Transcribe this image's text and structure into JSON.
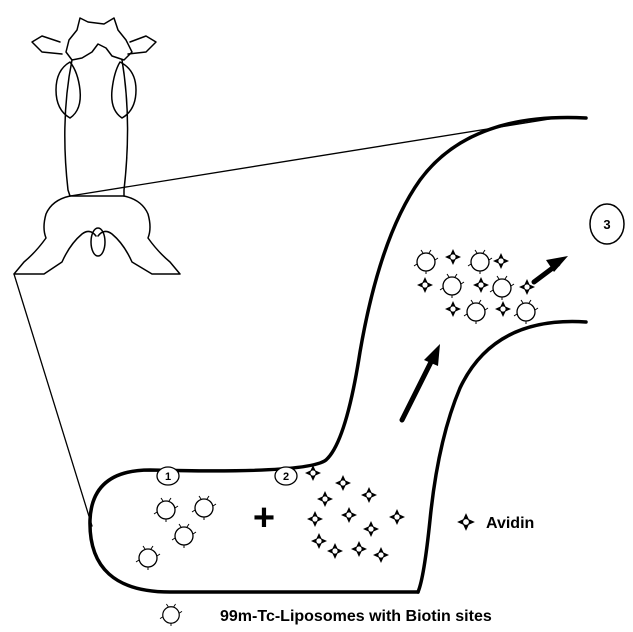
{
  "markers": {
    "one": "1",
    "two": "2",
    "three": "3"
  },
  "plus_sign": "+",
  "legend": {
    "avidin": "Avidin",
    "liposome": "99m-Tc-Liposomes with Biotin sites"
  },
  "icons": {
    "liposome": "liposome-icon",
    "avidin": "avidin-icon",
    "arrow": "flow-arrow-icon",
    "animal": "mouse-silhouette-icon"
  },
  "colors": {
    "ink": "#000000",
    "paper": "#ffffff"
  }
}
